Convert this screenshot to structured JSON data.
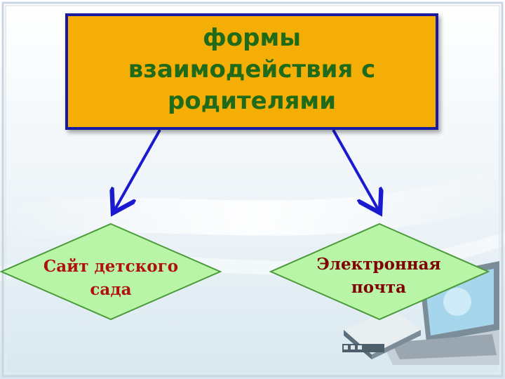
{
  "title": {
    "lines": [
      "формы",
      "взаимодействия с",
      "родителями"
    ]
  },
  "nodes": [
    {
      "lines": [
        "Сайт детского",
        "сада"
      ]
    },
    {
      "lines": [
        "Электронная",
        "почта"
      ]
    }
  ],
  "colors": {
    "title_fill": "#f5ae06",
    "title_border": "#1a1aa0",
    "title_text": "#1f6b1a",
    "arrow": "#1a1ad0",
    "node_fill": "#b8f5a6",
    "node_border": "#4a9a3a",
    "node_text": "#b01010"
  },
  "background_icons": [
    "laptop-icon",
    "book-icon",
    "globe-icon"
  ]
}
